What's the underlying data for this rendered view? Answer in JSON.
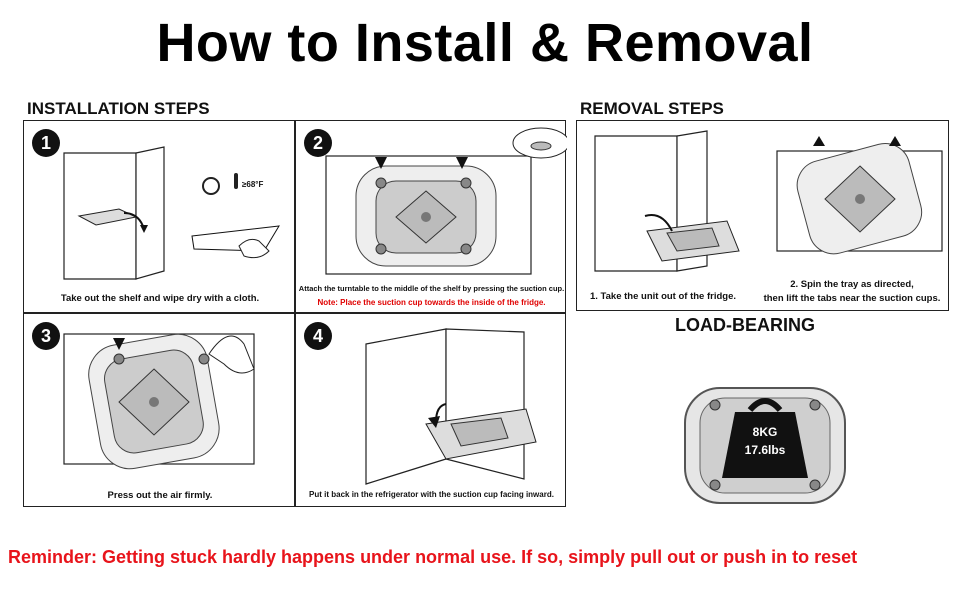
{
  "title": "How to Install & Removal",
  "installation": {
    "heading": "INSTALLATION STEPS",
    "steps": [
      {
        "number": "1",
        "caption": "Take out the shelf and wipe dry with a cloth.",
        "temp_label": "≥68°F"
      },
      {
        "number": "2",
        "caption": "Attach the turntable to the middle of the shelf by pressing the suction cup.",
        "note": "Note: Place the suction cup towards the inside of the fridge."
      },
      {
        "number": "3",
        "caption": "Press out the air firmly."
      },
      {
        "number": "4",
        "caption": "Put it back in the refrigerator with the suction cup facing inward."
      }
    ]
  },
  "removal": {
    "heading": "REMOVAL STEPS",
    "steps": [
      {
        "caption": "1. Take the unit out of the fridge."
      },
      {
        "caption_line1": "2. Spin the tray as directed,",
        "caption_line2": "then lift the tabs near the suction cups."
      }
    ]
  },
  "load_bearing": {
    "heading": "LOAD-BEARING",
    "weight_kg": "8KG",
    "weight_lbs": "17.6lbs"
  },
  "reminder": "Reminder: Getting stuck hardly happens under normal use. If so, simply pull out or push in to reset",
  "colors": {
    "accent_red": "#e8141b",
    "note_red": "#e00000",
    "ink": "#111111"
  },
  "icons": [
    "clock-icon",
    "thermometer-icon",
    "arrow-down-icon",
    "arrow-up-icon",
    "hand-icon",
    "weight-icon"
  ]
}
